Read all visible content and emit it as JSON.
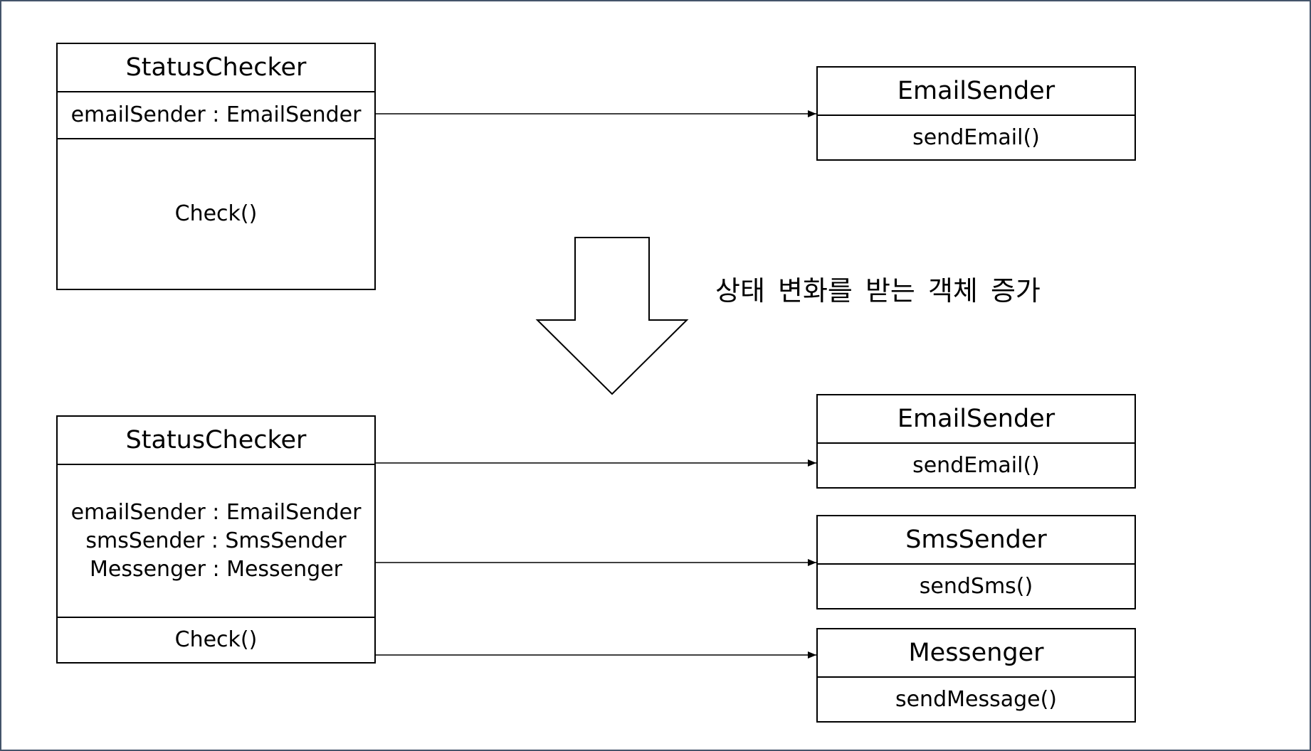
{
  "top": {
    "status_checker": {
      "name": "StatusChecker",
      "attributes": [
        "emailSender : EmailSender"
      ],
      "methods": [
        "Check()"
      ]
    },
    "email_sender": {
      "name": "EmailSender",
      "method": "sendEmail()"
    }
  },
  "transition": {
    "caption": "상태 변화를 받는 객체 증가"
  },
  "bottom": {
    "status_checker": {
      "name": "StatusChecker",
      "attributes": [
        "emailSender : EmailSender",
        "smsSender : SmsSender",
        "Messenger : Messenger"
      ],
      "methods": [
        "Check()"
      ]
    },
    "email_sender": {
      "name": "EmailSender",
      "method": "sendEmail()"
    },
    "sms_sender": {
      "name": "SmsSender",
      "method": "sendSms()"
    },
    "messenger": {
      "name": "Messenger",
      "method": "sendMessage()"
    }
  }
}
